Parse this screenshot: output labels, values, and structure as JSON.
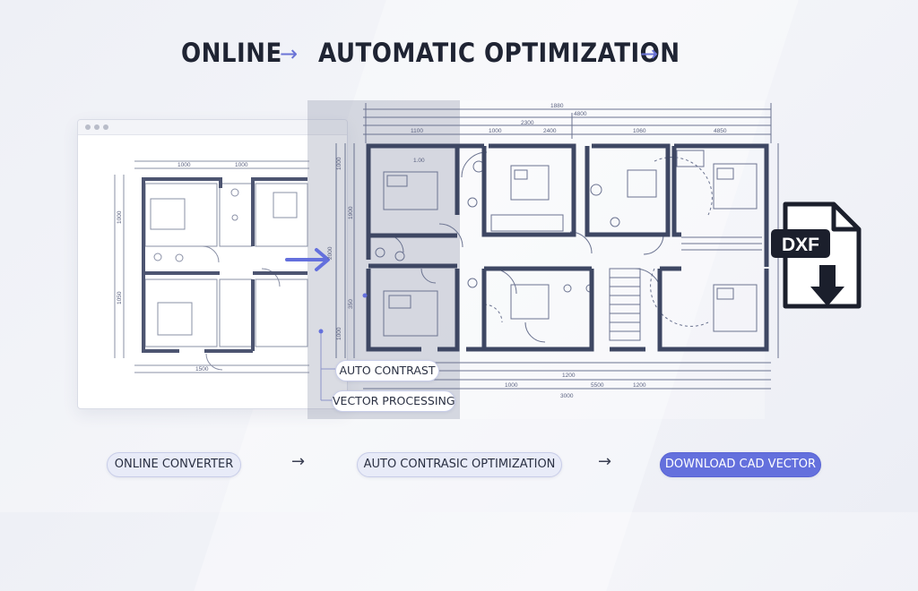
{
  "headline": {
    "word_online": "ONLINE",
    "word_optimization": "AUTOMATIC OPTIMIZATION",
    "arrow": "→"
  },
  "dimensions": {
    "top_outer": "1880",
    "top_mid": "4800",
    "top_a": "2300",
    "top_b": "1000",
    "top_c": "1100",
    "top_d": "2400",
    "top_e": "1060",
    "top_f": "4850",
    "bottom_a": "1000",
    "bottom_b": "1200",
    "bottom_c": "5500",
    "bottom_d": "1000",
    "bottom_e": "1200",
    "bottom_f": "3000",
    "room_label": "1.00",
    "left_a": "1000",
    "left_b": "1900",
    "left_c": "2000",
    "left_d": "350",
    "left_e": "1000",
    "small_a": "1000",
    "small_b": "1000",
    "small_c": "1500",
    "small_d": "1000",
    "small_e": "1050"
  },
  "callouts": {
    "auto_contrast": "AUTO CONTRAST",
    "vector_processing": "VECTOR PROCESSING"
  },
  "file_badge": {
    "label": "DXF",
    "icon": "download-arrow-icon"
  },
  "flow": {
    "step1": "ONLINE CONVERTER",
    "step2": "AUTO CONTRASIC OPTIMIZATION",
    "step3": "DOWNLOAD CAD VECTOR",
    "arrow": "→"
  },
  "colors": {
    "accent": "#6470dd",
    "headline_arrow": "#6a73d6",
    "wall": "#3e4763",
    "line": "#6b7390"
  }
}
